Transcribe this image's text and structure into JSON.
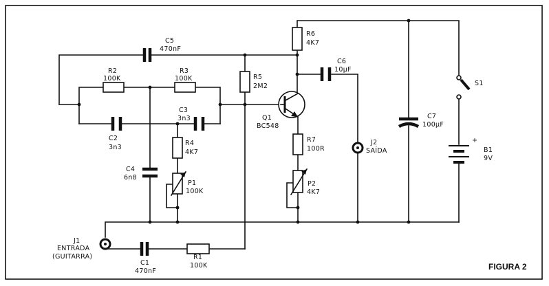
{
  "figure_label": "FIGURA 2",
  "components": {
    "c5": {
      "name": "C5",
      "value": "470nF"
    },
    "r2": {
      "name": "R2",
      "value": "100K"
    },
    "r3": {
      "name": "R3",
      "value": "100K"
    },
    "r5": {
      "name": "R5",
      "value": "2M2"
    },
    "r6": {
      "name": "R6",
      "value": "4K7"
    },
    "c6": {
      "name": "C6",
      "value": "10µF"
    },
    "c3": {
      "name": "C3",
      "value": "3n3"
    },
    "c2": {
      "name": "C2",
      "value": "3n3"
    },
    "q1": {
      "name": "Q1",
      "value": "BC548"
    },
    "r4": {
      "name": "R4",
      "value": "4K7"
    },
    "c4": {
      "name": "C4",
      "value": "6n8"
    },
    "p1": {
      "name": "P1",
      "value": "100K"
    },
    "r7": {
      "name": "R7",
      "value": "100R"
    },
    "p2": {
      "name": "P2",
      "value": "4K7"
    },
    "c7": {
      "name": "C7",
      "value": "100µF"
    },
    "s1": {
      "name": "S1"
    },
    "b1": {
      "name": "B1",
      "value": "9V",
      "polarity": "+"
    },
    "j2": {
      "name": "J2",
      "value": "SAÍDA"
    },
    "j1": {
      "name": "J1",
      "line1": "ENTRADA",
      "line2": "(GUITARRA)"
    },
    "c1": {
      "name": "C1",
      "value": "470nF"
    },
    "r1": {
      "name": "R1",
      "value": "100K"
    }
  }
}
